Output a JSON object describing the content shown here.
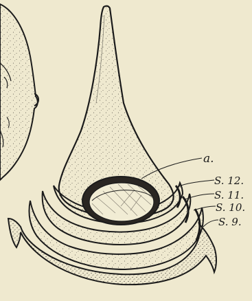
{
  "figure": {
    "labels": {
      "a": "a.",
      "s12": "S. 12.",
      "s11": "S. 11.",
      "s10": "S. 10.",
      "s9": "S. 9."
    },
    "colors": {
      "paper": "#efe9cf",
      "ink": "#1b1b1b",
      "stipple": "#4a4640"
    }
  }
}
